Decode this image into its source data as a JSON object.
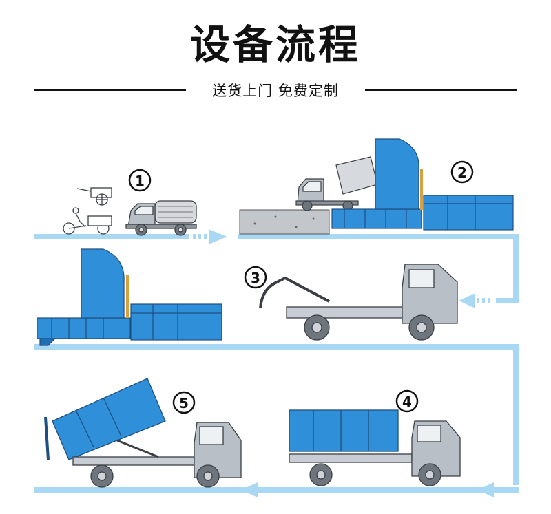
{
  "header": {
    "title": "设备流程",
    "subtitle": "送货上门  免费定制"
  },
  "steps": [
    {
      "number": "①"
    },
    {
      "number": "②"
    },
    {
      "number": "③"
    },
    {
      "number": "④"
    },
    {
      "number": "⑤"
    }
  ],
  "colors": {
    "container_blue": "#2f8fd8",
    "container_dark": "#1f6fb5",
    "flow_arrow": "#a9d8f5",
    "truck_gray": "#b9bfc6",
    "outline": "#3a3f45"
  }
}
